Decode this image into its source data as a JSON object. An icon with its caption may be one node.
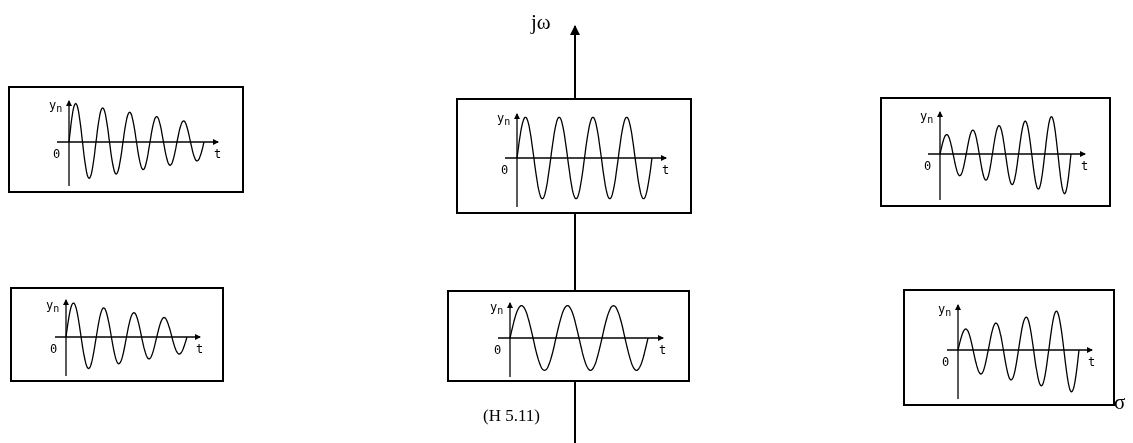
{
  "diagram": {
    "nodes": [
      {
        "text": [
          "y$_{n}$",
          "0",
          "t"
        ]
      },
      {
        "text": [
          "y$_{n}$",
          "0",
          "t"
        ]
      },
      {
        "text": [
          "y$_{n}$",
          "0",
          "t"
        ]
      },
      {
        "text": [
          "y$_{n}$",
          "0",
          "t"
        ]
      },
      {
        "text": [
          "y$_{n}$",
          "0",
          "t"
        ]
      },
      {
        "text": [
          "y$_{n}$",
          "0",
          "t"
        ]
      }
    ],
    "labels": [
      "jω",
      "σ",
      "(H 5.11)"
    ]
  }
}
